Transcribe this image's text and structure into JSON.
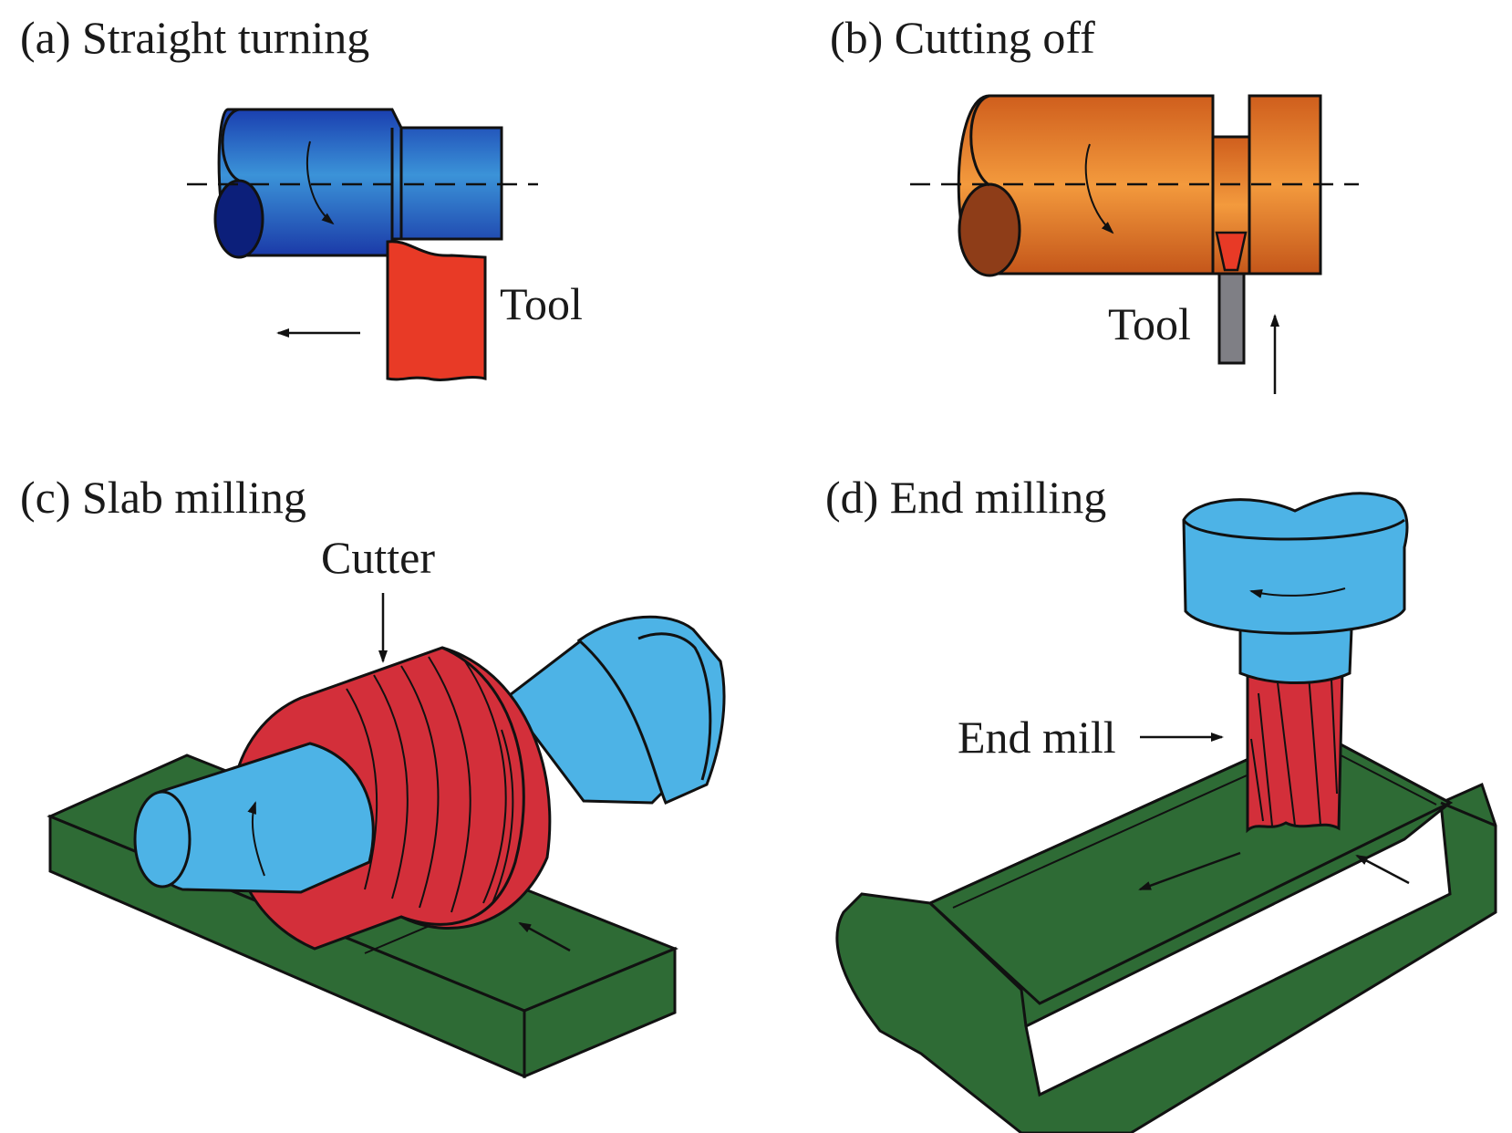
{
  "panels": {
    "a": {
      "title": "(a) Straight turning",
      "tool_label": "Tool"
    },
    "b": {
      "title": "(b) Cutting off",
      "tool_label": "Tool"
    },
    "c": {
      "title": "(c) Slab milling",
      "cutter_label": "Cutter"
    },
    "d": {
      "title": "(d) End milling",
      "end_mill_label": "End mill"
    }
  },
  "colors": {
    "workpiece_blue": "#1f4fbf",
    "workpiece_orange": "#e07a2a",
    "tool_red": "#e83a26",
    "cutter_red": "#d32f3a",
    "arbor_light_blue": "#4db3e6",
    "plate_green": "#2e6b35",
    "tool_gray": "#7f7f85"
  }
}
